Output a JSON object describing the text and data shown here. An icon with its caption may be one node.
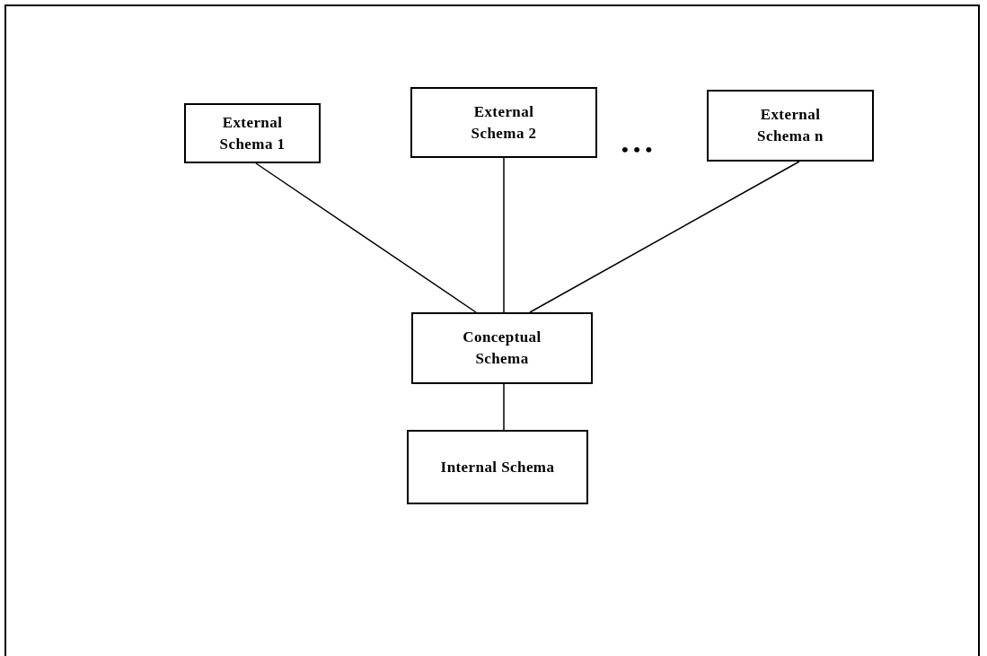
{
  "diagram": {
    "nodes": [
      {
        "text": [
          "External Schema 1"
        ]
      },
      {
        "text": [
          "External Schema 2"
        ]
      },
      {
        "text": [
          "External Schema n"
        ]
      },
      {
        "text": [
          "Conceptual Schema"
        ]
      },
      {
        "text": [
          "Internal Schema"
        ]
      }
    ],
    "edges": [
      {
        "from": 0,
        "to": 3,
        "arrow": "none"
      },
      {
        "from": 1,
        "to": 3,
        "arrow": "none"
      },
      {
        "from": 2,
        "to": 3,
        "arrow": "none"
      },
      {
        "from": 3,
        "to": 4,
        "arrow": "none"
      }
    ],
    "labels": [
      "• • •"
    ]
  }
}
